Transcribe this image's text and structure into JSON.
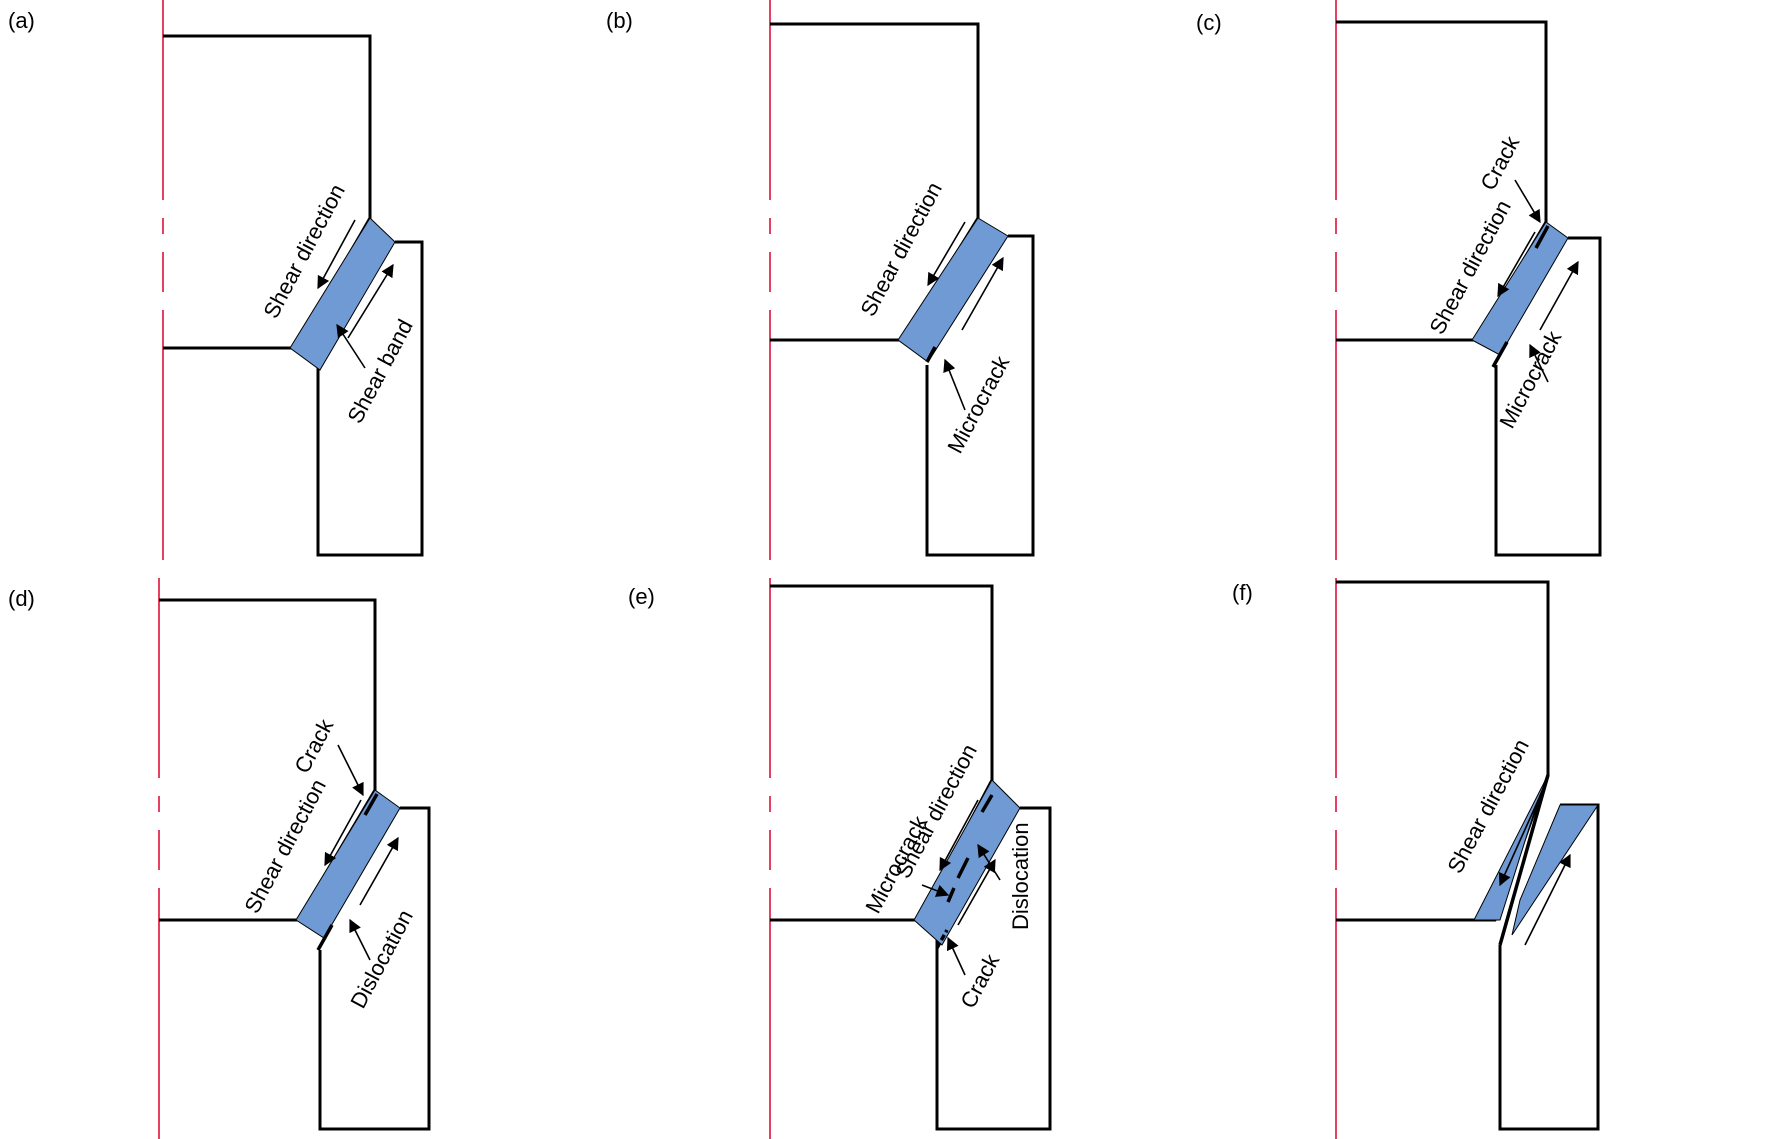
{
  "panels": [
    {
      "id": "a",
      "label": "(a)",
      "annotations": {
        "shear_direction": "Shear direction",
        "shear_band": "Shear band"
      }
    },
    {
      "id": "b",
      "label": "(b)",
      "annotations": {
        "shear_direction": "Shear direction",
        "microcrack": "Microcrack"
      }
    },
    {
      "id": "c",
      "label": "(c)",
      "annotations": {
        "crack": "Crack",
        "shear_direction": "Shear direction",
        "microcrack": "Microcrack"
      }
    },
    {
      "id": "d",
      "label": "(d)",
      "annotations": {
        "crack": "Crack",
        "shear_direction": "Shear direction",
        "dislocation": "Dislocation"
      }
    },
    {
      "id": "e",
      "label": "(e)",
      "annotations": {
        "microcrack": "Microcrack",
        "shear_direction": "Shear direction",
        "dislocation": "Dislocation",
        "crack": "Crack"
      }
    },
    {
      "id": "f",
      "label": "(f)",
      "annotations": {
        "shear_direction": "Shear direction"
      }
    }
  ],
  "colors": {
    "shear_band": "#6f9ad4",
    "axis_line": "#e0103c",
    "outline": "#000000"
  }
}
